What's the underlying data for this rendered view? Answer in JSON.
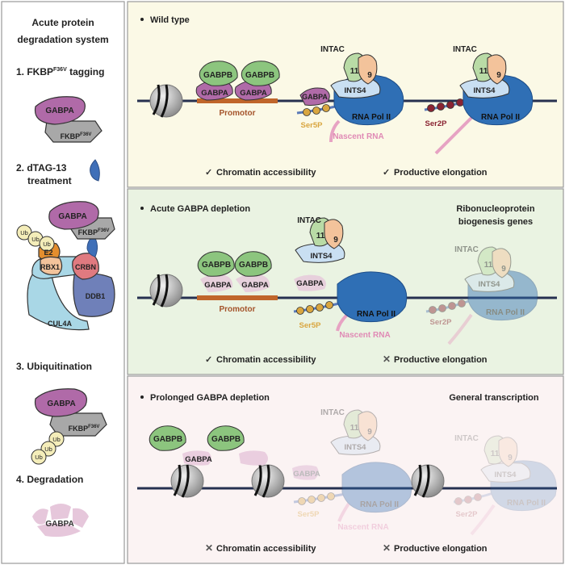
{
  "left_panel": {
    "title_line1": "Acute protein",
    "title_line2": "degradation system",
    "step1_label": "1. FKBP",
    "step1_sup": "F36V",
    "step1_suffix": " tagging",
    "step2_line1": "2. dTAG-13",
    "step2_line2": "treatment",
    "step3_label": "3. Ubiquitination",
    "step4_label": "4. Degradation",
    "gabpa": "GABPA",
    "fkbp": "FKBP",
    "fkbp_sup": "F36V",
    "ub": "Ub",
    "e2": "E2",
    "rbx1": "RBX1",
    "crbn": "CRBN",
    "ddb1": "DDB1",
    "cul4a": "CUL4A"
  },
  "panels": {
    "wild_type": {
      "title": "Wild type",
      "gabpb": "GABPB",
      "gabpa": "GABPA",
      "promotor": "Promotor",
      "intac": "INTAC",
      "ints4": "INTS4",
      "sub11": "11",
      "sub9": "9",
      "rnapol": "RNA Pol II",
      "ser5p": "Ser5P",
      "ser2p": "Ser2P",
      "nascent": "Nascent RNA",
      "chromatin": "Chromatin accessibility",
      "elongation": "Productive elongation",
      "chromatin_mark": "✓",
      "elongation_mark": "✓"
    },
    "acute": {
      "title": "Acute GABPA depletion",
      "side_label_line1": "Ribonucleoprotein",
      "side_label_line2": "biogenesis genes",
      "gabpb": "GABPB",
      "gabpa": "GABPA",
      "promotor": "Promotor",
      "intac": "INTAC",
      "ints4": "INTS4",
      "sub11": "11",
      "sub9": "9",
      "rnapol": "RNA Pol II",
      "ser5p": "Ser5P",
      "ser2p": "Ser2P",
      "nascent": "Nascent RNA",
      "chromatin": "Chromatin accessibility",
      "elongation": "Productive elongation",
      "chromatin_mark": "✓",
      "elongation_mark": "✕"
    },
    "prolonged": {
      "title": "Prolonged GABPA depletion",
      "side_label": "General transcription",
      "gabpb": "GABPB",
      "gabpa": "GABPA",
      "intac": "INTAC",
      "ints4": "INTS4",
      "sub11": "11",
      "sub9": "9",
      "rnapol": "RNA Pol II",
      "ser5p": "Ser5P",
      "ser2p": "Ser2P",
      "nascent": "Nascent RNA",
      "chromatin": "Chromatin accessibility",
      "elongation": "Productive elongation",
      "chromatin_mark": "✕",
      "elongation_mark": "✕"
    }
  },
  "colors": {
    "gabpa": "#b06aa8",
    "gabpb": "#8cc57e",
    "fkbp": "#a8a8a8",
    "rnapol": "#2f6fb5",
    "ints4": "#c9dff2",
    "intac_green": "#b9dba6",
    "intac_peach": "#f3c39b",
    "promotor": "#c0662b",
    "ser5p": "#d9a640",
    "ser2p": "#8a2432",
    "nascent": "#e7a3c3",
    "ub": "#f4edb9",
    "e2": "#e48e2e",
    "crbn": "#e07a80",
    "ddb1": "#6f80b9",
    "cul4a": "#a9d7e6",
    "wt_bg": "#fbf9e6",
    "acute_bg": "#eaf3e2",
    "prolonged_bg": "#fbf3f3",
    "dna": "#263050"
  }
}
